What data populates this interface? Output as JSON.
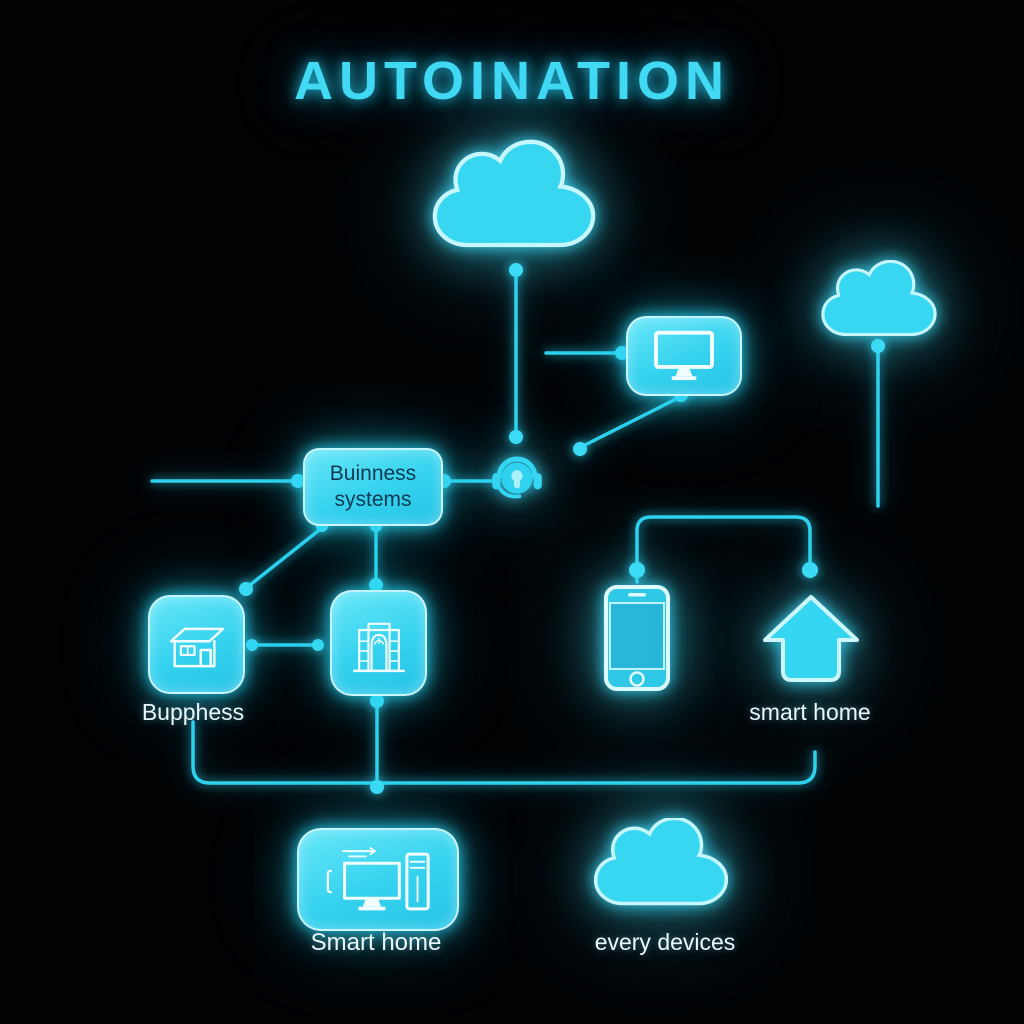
{
  "title": "AUTOINATION",
  "colors": {
    "background": "#010204",
    "accent": "#35d6f1",
    "outline": "#cdf7ff",
    "glow": "#22c8e8",
    "box_text": "#0c3950",
    "label_text": "#e9f8fd"
  },
  "nodes": {
    "cloud_main": {
      "icon": "cloud-icon"
    },
    "cloud_small": {
      "icon": "cloud-icon"
    },
    "monitor_box": {
      "icon": "monitor-icon"
    },
    "headset": {
      "icon": "headset-icon"
    },
    "business_box": {
      "line1": "Buinness",
      "line2": "systems"
    },
    "house_box": {
      "icon": "house-icon",
      "label": "Bupphess"
    },
    "building_box": {
      "icon": "building-icon"
    },
    "phone": {
      "icon": "smartphone-icon"
    },
    "home_arrow": {
      "icon": "home-arrow-icon",
      "label": "smart home"
    },
    "workstation_box": {
      "icon": "workstation-icon",
      "label": "Smart home"
    },
    "devices_cloud": {
      "icon": "cloud-icon",
      "label": "every devices"
    }
  }
}
